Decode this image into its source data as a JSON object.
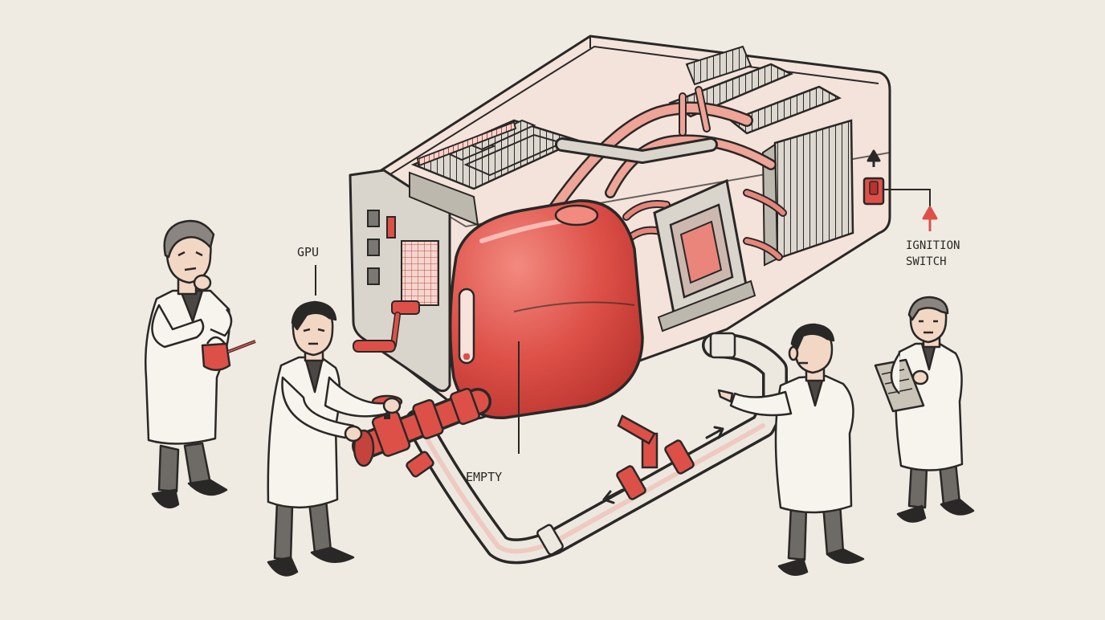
{
  "labels": {
    "gpu": "GPU",
    "tank": "EMPTY",
    "switch_line1": "IGNITION",
    "switch_line2": "SWITCH"
  },
  "colors": {
    "ink": "#2a2826",
    "accent": "#dd5048",
    "accent_dark": "#b8332d",
    "accent_light": "#f1b5ab",
    "paper": "#efebe2",
    "coat": "#f7f4ee",
    "metal": "#d9d5cc"
  }
}
